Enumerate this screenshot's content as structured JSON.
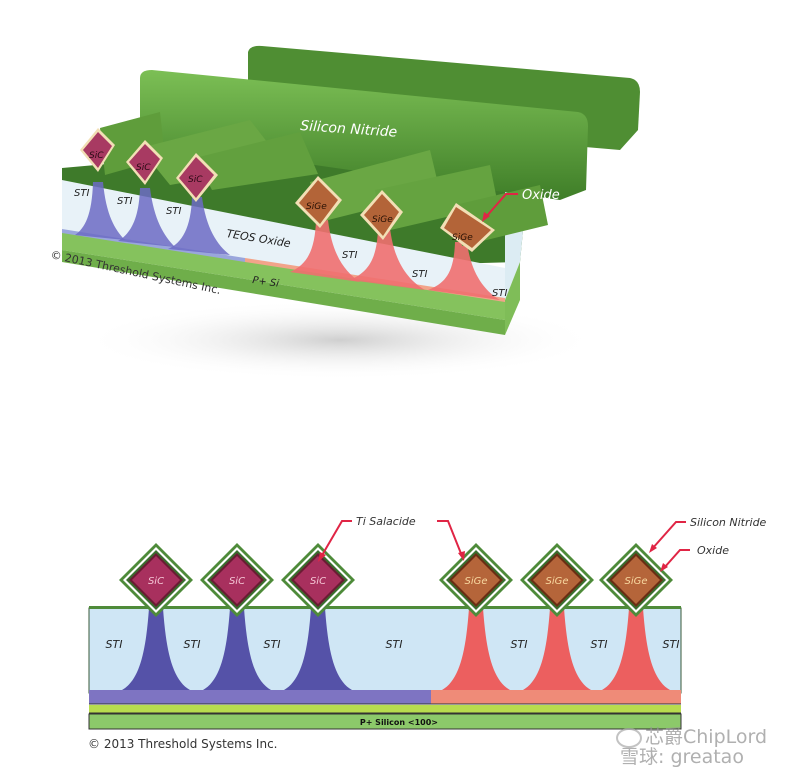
{
  "top_figure": {
    "title_label": "Silicon Nitride",
    "oxide_label": "Oxide",
    "teos_label": "TEOS Oxide",
    "substrate_label": "P+ Si",
    "sic_labels": [
      "SiC",
      "SiC",
      "SiC"
    ],
    "sige_labels": [
      "SiGe",
      "SiGe",
      "SiGe"
    ],
    "sti_labels": [
      "STI",
      "STI",
      "STI",
      "STI",
      "STI",
      "STI"
    ],
    "copyright": "© 2013 Threshold Systems Inc."
  },
  "bottom_figure": {
    "ti_label": "Ti Salacide",
    "nitride_label": "Silicon Nitride",
    "oxide_label": "Oxide",
    "sic_labels": [
      "SiC",
      "SiC",
      "SiC"
    ],
    "sige_labels": [
      "SiGe",
      "SiGe",
      "SiGe"
    ],
    "sti_labels": [
      "STI",
      "STI",
      "STI",
      "STI",
      "STI",
      "STI",
      "STI"
    ],
    "substrate_label": "P+ Silicon <100>",
    "copyright": "© 2013 Threshold Systems Inc."
  },
  "watermark": {
    "line1": "芯爵ChipLord",
    "line2": "雪球: greatao"
  },
  "colors": {
    "nitride_green": "#5e9c3a",
    "sti_blue": "#cfe6f5",
    "sic_magenta": "#a8305e",
    "sige_brown": "#b5653a",
    "nmos_blue": "#5a57a8",
    "pmos_red": "#ec6262",
    "substrate_green": "#8ec96a",
    "pointer_red": "#e02545"
  }
}
